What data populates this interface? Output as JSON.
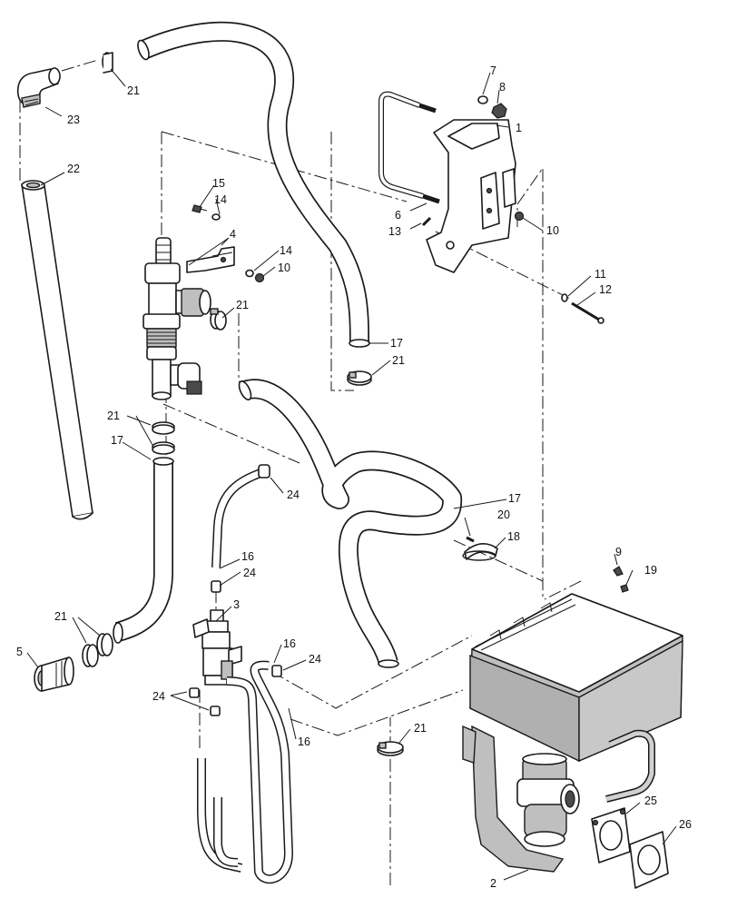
{
  "callouts": {
    "c1": "1",
    "c2": "2",
    "c3": "3",
    "c4": "4",
    "c5": "5",
    "c6": "6",
    "c7": "7",
    "c8": "8",
    "c9": "9",
    "c10a": "10",
    "c10b": "10",
    "c11": "11",
    "c12": "12",
    "c13": "13",
    "c14a": "14",
    "c14b": "14",
    "c15": "15",
    "c16a": "16",
    "c16b": "16",
    "c16c": "16",
    "c17a": "17",
    "c17b": "17",
    "c17c": "17",
    "c18": "18",
    "c19": "19",
    "c20": "20",
    "c21a": "21",
    "c21b": "21",
    "c21c": "21",
    "c21d": "21",
    "c21e": "21",
    "c21f": "21",
    "c22": "22",
    "c23": "23",
    "c24a": "24",
    "c24b": "24",
    "c24c": "24",
    "c24d": "24",
    "c25": "25",
    "c26": "26"
  }
}
